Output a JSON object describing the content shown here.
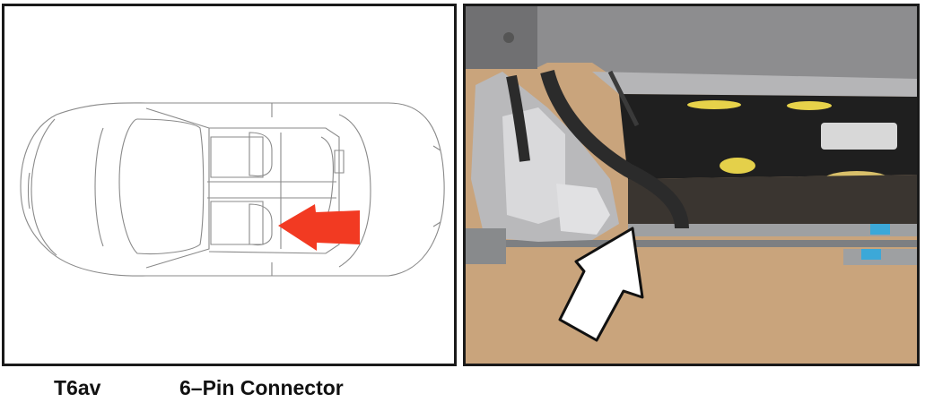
{
  "figure": {
    "left_panel": {
      "description": "Top-view line drawing of convertible car with red arrow pointing at rear of right seat area",
      "arrow_color": "#f23a22"
    },
    "right_panel": {
      "description": "Photo of under-seat wiring harness with white outlined arrow pointing to connector",
      "arrow_color": "#ffffff"
    },
    "caption": {
      "code": "T6av",
      "description": "6–Pin Connector"
    }
  }
}
